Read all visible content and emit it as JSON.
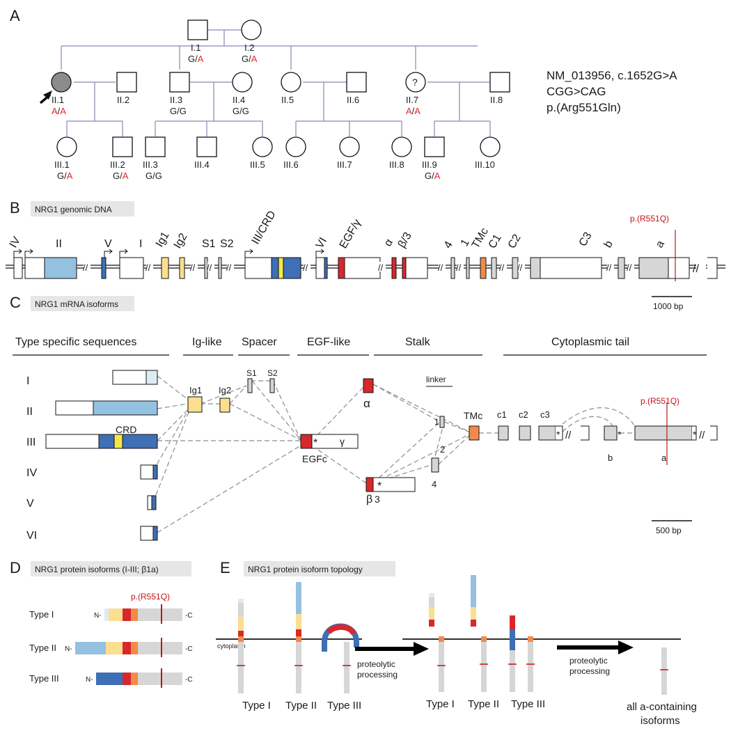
{
  "panels": {
    "a": "A",
    "b": "B",
    "c": "C",
    "d": "D",
    "e": "E"
  },
  "pedigree": {
    "variant": [
      "NM_013956, c.1652G>A",
      "CGG>CAG",
      "p.(Arg551Gln)"
    ],
    "individuals": [
      {
        "id": "I.1",
        "sex": "male",
        "affected": false,
        "geno1": "G",
        "geno2": "A"
      },
      {
        "id": "I.2",
        "sex": "female",
        "affected": false,
        "geno1": "G",
        "geno2": "A"
      },
      {
        "id": "II.1",
        "sex": "female",
        "affected": true,
        "proband": true,
        "geno1": "A",
        "geno2": "A"
      },
      {
        "id": "II.2",
        "sex": "male",
        "affected": false
      },
      {
        "id": "II.3",
        "sex": "male",
        "affected": false,
        "geno1": "G",
        "geno2": "G"
      },
      {
        "id": "II.4",
        "sex": "female",
        "affected": false,
        "geno1": "G",
        "geno2": "G"
      },
      {
        "id": "II.5",
        "sex": "female",
        "affected": false
      },
      {
        "id": "II.6",
        "sex": "male",
        "affected": false
      },
      {
        "id": "II.7",
        "sex": "female",
        "affected": "unknown",
        "mark": "?",
        "geno1": "A",
        "geno2": "A"
      },
      {
        "id": "II.8",
        "sex": "male",
        "affected": false
      },
      {
        "id": "III.1",
        "sex": "female",
        "geno1": "G",
        "geno2": "A"
      },
      {
        "id": "III.2",
        "sex": "male",
        "geno1": "G",
        "geno2": "A"
      },
      {
        "id": "III.3",
        "sex": "male",
        "geno1": "G",
        "geno2": "G"
      },
      {
        "id": "III.4",
        "sex": "male"
      },
      {
        "id": "III.5",
        "sex": "female"
      },
      {
        "id": "III.6",
        "sex": "female"
      },
      {
        "id": "III.7",
        "sex": "female"
      },
      {
        "id": "III.8",
        "sex": "female"
      },
      {
        "id": "III.9",
        "sex": "male",
        "geno1": "G",
        "geno2": "A"
      },
      {
        "id": "III.10",
        "sex": "female"
      }
    ]
  },
  "genomic": {
    "title": "NRG1 genomic DNA",
    "exon_labels": [
      "IV",
      "II",
      "V",
      "I",
      "Ig1",
      "Ig2",
      "S1",
      "S2",
      "III/CRD",
      "VI",
      "EGF/γ",
      "α",
      "β/3",
      "4",
      "1",
      "TMc",
      "C1",
      "C2",
      "C3",
      "b",
      "a"
    ],
    "variant_label": "p.(R551Q)",
    "scale": "1000 bp"
  },
  "mrna": {
    "title": "NRG1 mRNA isoforms",
    "headers": [
      "Type specific sequences",
      "Ig-like",
      "Spacer",
      "EGF-like",
      "Stalk",
      "Cytoplasmic tail"
    ],
    "types": [
      "I",
      "II",
      "III",
      "IV",
      "V",
      "VI"
    ],
    "labels": {
      "crd": "CRD",
      "ig1": "Ig1",
      "ig2": "Ig2",
      "s1": "S1",
      "s2": "S2",
      "alpha": "α",
      "gamma": "γ",
      "egfc": "EGFc",
      "beta": "β",
      "three": "3",
      "linker": "linker",
      "one": "1",
      "two": "2",
      "four": "4",
      "tmc": "TMc",
      "c1": "c1",
      "c2": "c2",
      "c3": "c3",
      "b": "b",
      "a": "a",
      "star": "*"
    },
    "variant_label": "p.(R551Q)",
    "scale": "500 bp"
  },
  "protein": {
    "title": "NRG1 protein isoforms (I-III; β1a)",
    "variant_label": "p.(R551Q)",
    "rows": [
      {
        "label": "Type I",
        "n": "N-",
        "c": "-C"
      },
      {
        "label": "Type II",
        "n": "N-",
        "c": "-C"
      },
      {
        "label": "Type III",
        "n": "N-",
        "c": "-C"
      }
    ]
  },
  "topology": {
    "title": "NRG1 protein isoform topology",
    "membrane_label": "cytoplasm",
    "arrow_label": [
      "proteolytic",
      "processing"
    ],
    "types_left": [
      "Type I",
      "Type II",
      "Type III"
    ],
    "types_right": [
      "Type I",
      "Type II",
      "Type III"
    ],
    "final_label": [
      "all a-containing",
      "isoforms"
    ]
  },
  "colors": {
    "variant_red": "#e3262b",
    "light_blue": "#94c1e0",
    "dark_blue": "#3f6fb5",
    "yellow_ig": "#fbdf8f",
    "egf_red": "#d7282d",
    "tm_orange": "#f28a4b",
    "grey": "#d6d6d6",
    "pale_blue": "#dcebf4"
  }
}
